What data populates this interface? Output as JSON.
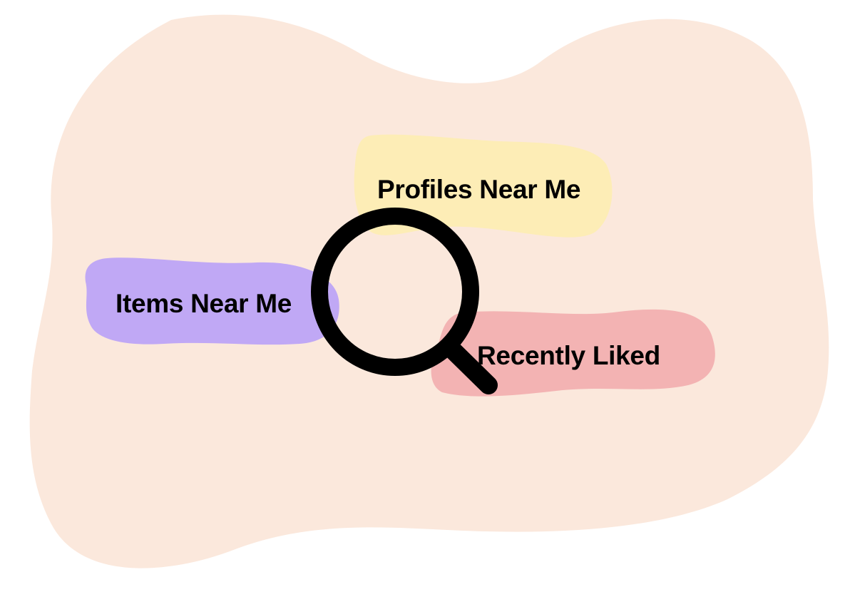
{
  "illustration": {
    "background_color": "#ffffff",
    "backdrop_color": "#fbe8dc",
    "chips": [
      {
        "id": "profiles",
        "label": "Profiles Near Me",
        "color": "#fdedb6"
      },
      {
        "id": "items",
        "label": "Items Near Me",
        "color": "#c0a8f5"
      },
      {
        "id": "liked",
        "label": "Recently Liked",
        "color": "#f3b3b3"
      }
    ],
    "text_color": "#000000",
    "icon": {
      "name": "magnifier-icon",
      "color": "#000000"
    }
  }
}
